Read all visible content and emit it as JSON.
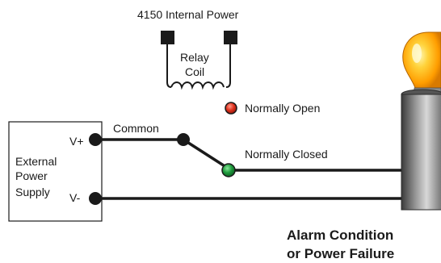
{
  "labels": {
    "internal_power": "4150 Internal Power",
    "relay_line1": "Relay",
    "relay_line2": "Coil",
    "normally_open": "Normally Open",
    "common": "Common",
    "normally_closed": "Normally Closed",
    "v_plus": "V+",
    "v_minus": "V-",
    "supply_line1": "External",
    "supply_line2": "Power",
    "supply_line3": "Supply",
    "caption_line1": "Alarm Condition",
    "caption_line2": "or Power Failure"
  },
  "colors": {
    "wire": "#1a1a1a",
    "normally_open_dot": "#e0321e",
    "normally_closed_dot": "#1e9a3c",
    "bulb_glow": "#ffb400",
    "lamp_body": "#7a7a7a"
  },
  "icons": {
    "relay_coil": "coil-winding-icon",
    "lamp": "light-bulb-icon",
    "switch": "relay-switch-arm-icon"
  }
}
